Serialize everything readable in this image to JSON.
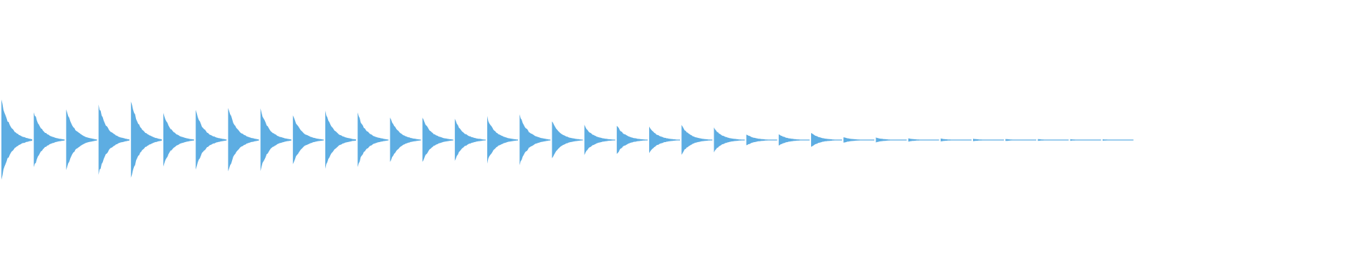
{
  "waveform": {
    "color": "#5DADE2",
    "background": "#FFFFFF",
    "bursts": [
      {
        "amp": 1.0,
        "decay": 0.25
      },
      {
        "amp": 0.7,
        "decay": 0.25
      },
      {
        "amp": 0.76,
        "decay": 0.25
      },
      {
        "amp": 0.88,
        "decay": 0.25
      },
      {
        "amp": 1.0,
        "decay": 0.25
      },
      {
        "amp": 0.66,
        "decay": 0.25
      },
      {
        "amp": 0.72,
        "decay": 0.25
      },
      {
        "amp": 0.82,
        "decay": 0.25
      },
      {
        "amp": 0.76,
        "decay": 0.25
      },
      {
        "amp": 0.62,
        "decay": 0.25
      },
      {
        "amp": 0.72,
        "decay": 0.25
      },
      {
        "amp": 0.66,
        "decay": 0.25
      },
      {
        "amp": 0.58,
        "decay": 0.25
      },
      {
        "amp": 0.58,
        "decay": 0.25
      },
      {
        "amp": 0.52,
        "decay": 0.25
      },
      {
        "amp": 0.56,
        "decay": 0.25
      },
      {
        "amp": 0.62,
        "decay": 0.25
      },
      {
        "amp": 0.48,
        "decay": 0.25
      },
      {
        "amp": 0.36,
        "decay": 0.25
      },
      {
        "amp": 0.36,
        "decay": 0.25
      },
      {
        "amp": 0.34,
        "decay": 0.25
      },
      {
        "amp": 0.36,
        "decay": 0.25
      },
      {
        "amp": 0.3,
        "decay": 0.25
      },
      {
        "amp": 0.14,
        "decay": 0.25
      },
      {
        "amp": 0.14,
        "decay": 0.25
      },
      {
        "amp": 0.18,
        "decay": 0.25
      },
      {
        "amp": 0.07,
        "decay": 0.25
      },
      {
        "amp": 0.06,
        "decay": 0.25
      },
      {
        "amp": 0.04,
        "decay": 0.25
      },
      {
        "amp": 0.035,
        "decay": 0.25
      },
      {
        "amp": 0.03,
        "decay": 0.25
      },
      {
        "amp": 0.025,
        "decay": 0.25
      },
      {
        "amp": 0.022,
        "decay": 0.25
      },
      {
        "amp": 0.02,
        "decay": 0.25
      },
      {
        "amp": 0.018,
        "decay": 0.25
      }
    ]
  }
}
